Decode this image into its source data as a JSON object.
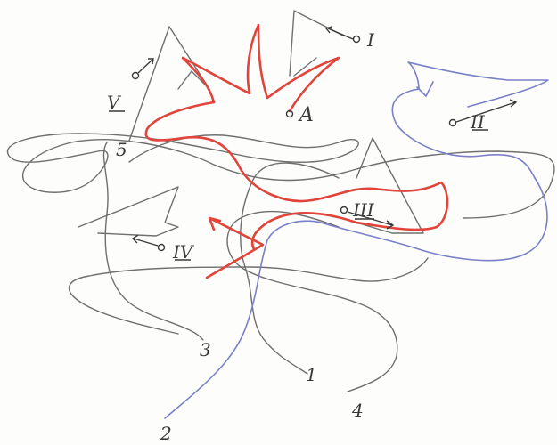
{
  "labels": {
    "A": "A",
    "I": "I",
    "II": "II",
    "III": "III",
    "IV": "IV",
    "V": "V",
    "curve_1": "1",
    "curve_2": "2",
    "curve_3": "3",
    "curve_4": "4",
    "curve_5": "5"
  },
  "colors": {
    "gray": "#6f6f6f",
    "red": "#e0443a",
    "blue": "#7a80c8",
    "ink": "#3a3a3a"
  }
}
